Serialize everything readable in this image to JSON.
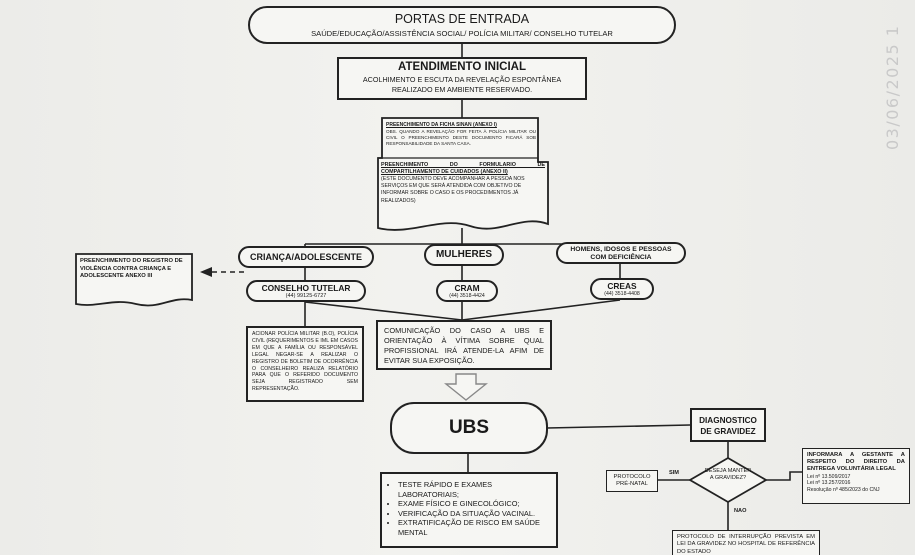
{
  "portas": {
    "title": "PORTAS DE ENTRADA",
    "subtitle": "SAÚDE/EDUCAÇÃO/ASSISTÊNCIA SOCIAL/ POLÍCIA MILITAR/ CONSELHO TUTELAR"
  },
  "atendimento": {
    "title": "ATENDIMENTO INICIAL",
    "line1": "ACOLHIMENTO E ESCUTA DA REVELAÇÃO ESPONTÂNEA",
    "line2": "REALIZADO EM AMBIENTE RESERVADO."
  },
  "sinan": {
    "title": "PREENCHIMENTO DA FICHA SINAN (ANEXO I)",
    "obs": "OBS. QUANDO A REVELAÇÃO FOR FEITA À POLÍCIA MILITAR OU CIVIL O PREENCHIMENTO DESTE DOCUMENTO FICARÁ SOB RESPONSABILIDADE DA SANTA CASA."
  },
  "formulario": {
    "title": "PREENCHIMENTO DO FORMULÁRIO DE COMPARTILHAMENTO DE CUIDADOS (ANEXO II)",
    "body": "(ESTE DOCUMENTO DEVE ACOMPANHAR A PESSOA NOS SERVIÇOS EM QUE SERÁ ATENDIDA COM OBJETIVO DE INFORMAR SOBRE O CASO E OS PROCEDIMENTOS JÁ REALIZADOS)"
  },
  "registro": {
    "text": "PREENCHIMENTO DO REGISTRO DE VIOLÊNCIA CONTRA CRIANÇA E ADOLESCENTE ANEXO III"
  },
  "crianca": {
    "label": "CRIANÇA/ADOLESCENTE"
  },
  "mulheres": {
    "label": "MULHERES"
  },
  "homens": {
    "label": "HOMENS, IDOSOS E PESSOAS COM DEFICIÊNCIA"
  },
  "conselho": {
    "name": "CONSELHO TUTELAR",
    "phone": "(44) 99125-6727"
  },
  "cram": {
    "name": "CRAM",
    "phone": "(44) 3518-4424"
  },
  "creas": {
    "name": "CREAS",
    "phone": "(44) 3518-4408"
  },
  "acionar": {
    "text": "ACIONAR POLÍCIA MILITAR (B.O), POLÍCIA CIVIL (REQUERIMENTOS E IML EM CASOS EM QUE A FAMÍLIA OU RESPONSÁVEL LEGAL NEGAR-SE A REALIZAR O REGISTRO DE BOLETIM DE OCORRÊNCIA O CONSELHEIRO REALIZA RELATÓRIO PARA QUE O REFERIDO DOCUMENTO SEJA REGISTRADO SEM REPRESENTAÇÃO."
  },
  "comunicacao": {
    "text": "COMUNICAÇÃO DO CASO A UBS E ORIENTAÇÃO À VÍTIMA SOBRE QUAL PROFISSIONAL IRÁ ATENDE-LA AFIM DE EVITAR SUA EXPOSIÇÃO."
  },
  "ubs": {
    "label": "UBS"
  },
  "ubs_list": {
    "items": [
      "TESTE RÁPIDO E EXAMES LABORATORIAIS;",
      "EXAME FÍSICO E GINECOLÓGICO;",
      "VERIFICAÇÃO DA SITUAÇÃO VACINAL.",
      "EXTRATIFICAÇÃO DE RISCO EM SAÚDE MENTAL"
    ]
  },
  "diagnostico": {
    "label": "DIAGNOSTICO DE GRAVIDEZ"
  },
  "decisao": {
    "label": "DESEJA MANTER A GRAVIDEZ?",
    "sim": "SIM",
    "nao": "NÃO"
  },
  "protocolo": {
    "label": "PROTOCOLO PRÉ-NATAL"
  },
  "informar": {
    "text": "INFORMARA A GESTANTE A RESPEITO DO DIREITO DA ENTREGA VOLUNTÁRIA LEGAL",
    "laws": [
      "Lei nº 13.509/2017",
      "Lei nº 13.257/2016",
      "Resolução nº 485/2023 do CNJ"
    ]
  },
  "interrupcao": {
    "text": "PROTOCOLO DE INTERRUPÇÃO PREVISTA EM LEI DA GRAVIDEZ NO HOSPITAL DE REFERÊNCIA DO ESTADO"
  },
  "stamp": {
    "text": "03/06/2025 1"
  }
}
